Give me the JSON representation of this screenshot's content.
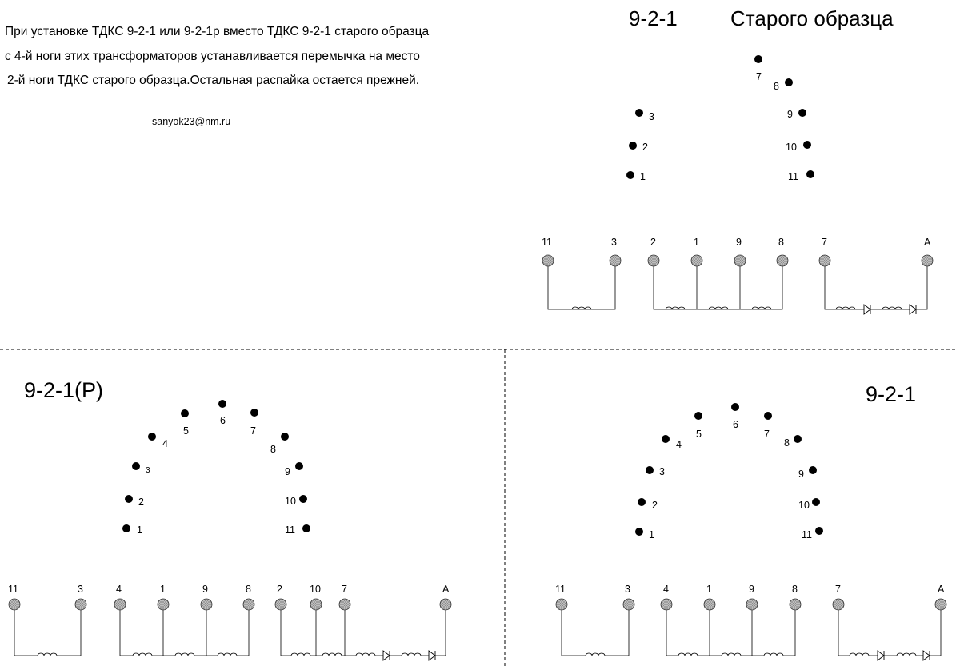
{
  "note_lines": [
    "При установке ТДКС 9-2-1 или 9-2-1р вместо ТДКС 9-2-1 старого образца",
    "с 4-й ноги этих трансформаторов устанавливается перемычка на место",
    "2-й ноги ТДКС старого образца.Остальная распайка остается прежней."
  ],
  "email": "sanyok23@nm.ru",
  "colors": {
    "line": "#000000",
    "terminal_fill": "#b8b8b8",
    "divider": "#000000"
  },
  "diagrams": [
    {
      "titles": [
        "9-2-1",
        "Старого образца"
      ],
      "pins": [
        "7",
        "8",
        "3",
        "9",
        "2",
        "10",
        "1",
        "11"
      ],
      "terminals": [
        "11",
        "3",
        "2",
        "1",
        "9",
        "8",
        "7",
        "A"
      ]
    },
    {
      "titles": [
        "9-2-1(P)"
      ],
      "pins": [
        "6",
        "5",
        "7",
        "4",
        "8",
        "3",
        "9",
        "2",
        "10",
        "1",
        "11"
      ],
      "terminals": [
        "11",
        "3",
        "4",
        "1",
        "9",
        "8",
        "2",
        "10",
        "7",
        "A"
      ]
    },
    {
      "titles": [
        "9-2-1"
      ],
      "pins": [
        "6",
        "5",
        "7",
        "4",
        "8",
        "3",
        "9",
        "2",
        "10",
        "1",
        "11"
      ],
      "terminals": [
        "11",
        "3",
        "4",
        "1",
        "9",
        "8",
        "7",
        "A"
      ]
    }
  ]
}
